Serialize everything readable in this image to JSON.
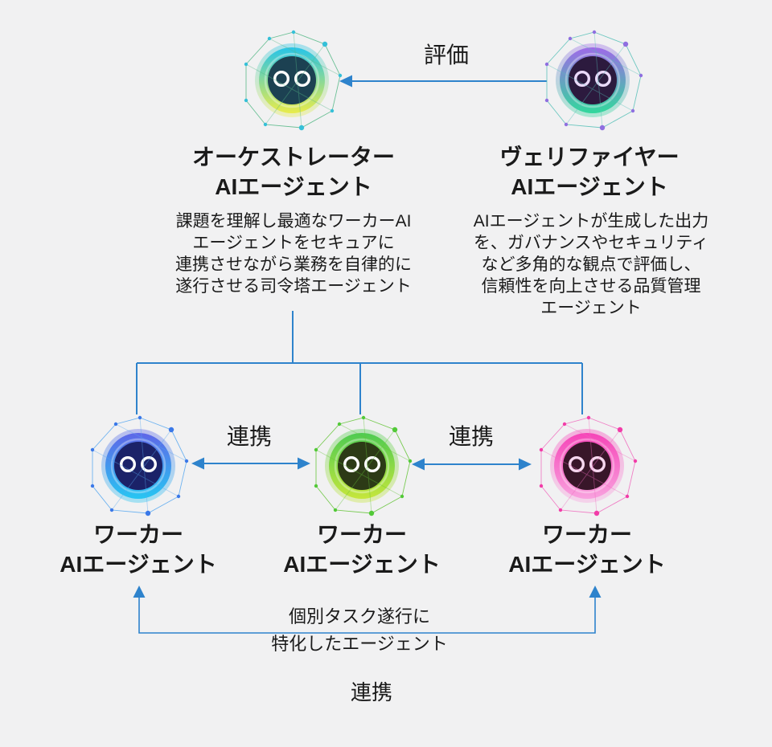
{
  "colors": {
    "background": "#f1f1f2",
    "line": "#2e83cc",
    "text": "#1a1a1a"
  },
  "labels": {
    "evaluation": "評価",
    "collaboration_left": "連携",
    "collaboration_right": "連携",
    "collaboration_bottom": "連携",
    "bottom_note": "個別タスク遂行に\n特化したエージェント"
  },
  "agents": {
    "orchestrator": {
      "title": "オーケストレーター\nAIエージェント",
      "description": "課題を理解し最適なワーカーAI\nエージェントをセキュアに\n連携させながら業務を自律的に\n遂行させる司令塔エージェント",
      "icon": {
        "ring_top": "#27c4e8",
        "ring_bottom": "#e9ec4a",
        "inner": "#1c4152",
        "eye": "#ffffff",
        "wire": "#55b887",
        "node": "#35c0d8"
      }
    },
    "verifier": {
      "title": "ヴェリファイヤー\nAIエージェント",
      "description": "AIエージェントが生成した出力\nを、ガバナンスやセキュリティ\nなど多角的な観点で評価し、\n信頼性を向上させる品質管理\nエージェント",
      "icon": {
        "ring_top": "#9e6ae8",
        "ring_bottom": "#32d89c",
        "inner": "#2c1a3e",
        "eye": "#ead9fa",
        "wire": "#58c0b8",
        "node": "#8f6fe0"
      }
    },
    "worker_left": {
      "title": "ワーカー\nAIエージェント",
      "icon": {
        "ring_top": "#5f66e8",
        "ring_bottom": "#27c6f2",
        "inner": "#1b2268",
        "eye": "#ffffff",
        "wire": "#58a8f0",
        "node": "#3a78e8"
      }
    },
    "worker_center": {
      "title": "ワーカー\nAIエージェント",
      "icon": {
        "ring_top": "#4ecb52",
        "ring_bottom": "#c6e63c",
        "inner": "#2c3a16",
        "eye": "#ffffff",
        "wire": "#64c437",
        "node": "#52c938"
      }
    },
    "worker_right": {
      "title": "ワーカー\nAIエージェント",
      "icon": {
        "ring_top": "#f645b8",
        "ring_bottom": "#f8a2de",
        "inner": "#381629",
        "eye": "#f6d7ef",
        "wire": "#f06cbe",
        "node": "#f23ca8"
      }
    }
  }
}
